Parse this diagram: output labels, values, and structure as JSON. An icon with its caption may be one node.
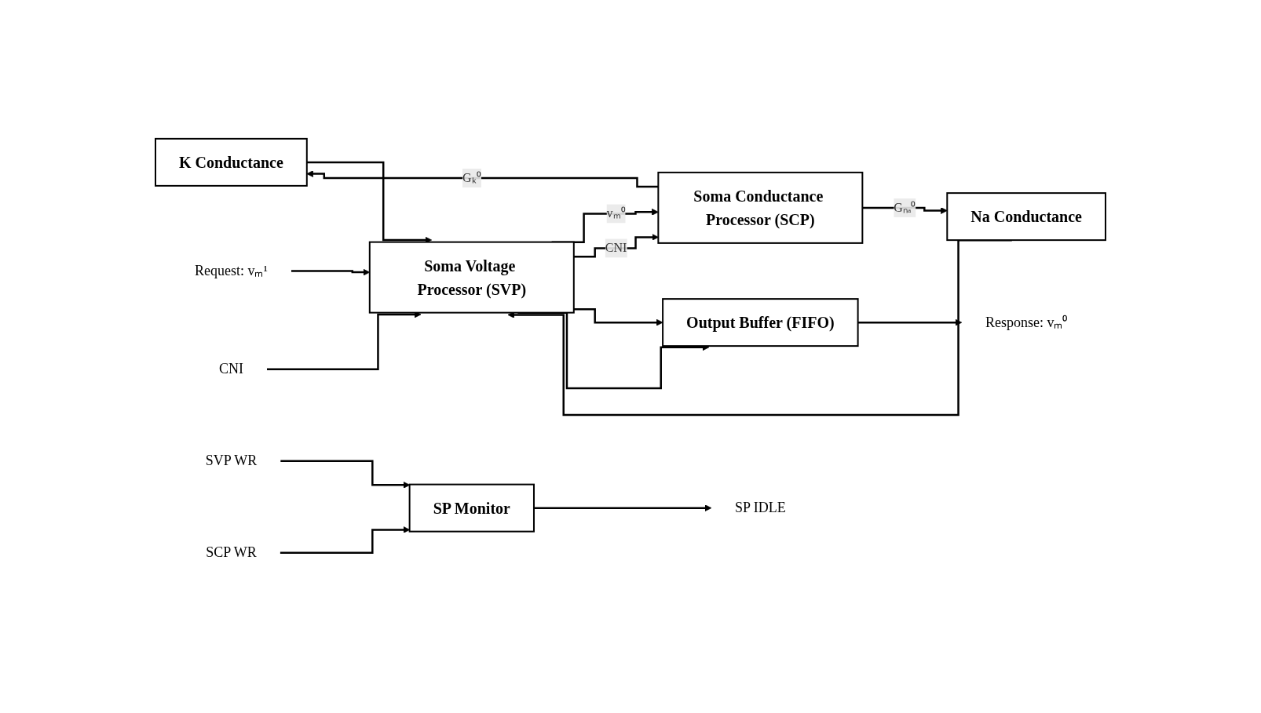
{
  "diagram": {
    "nodes": [
      {
        "text": [
          "K Conductance"
        ]
      },
      {
        "text": [
          "Na Conductance"
        ]
      },
      {
        "text": [
          "Soma Voltage Processor (SVP)"
        ]
      },
      {
        "text": [
          "Soma Conductance Processor (SCP)"
        ]
      },
      {
        "text": [
          "Output Buffer (FIFO)"
        ]
      },
      {
        "text": [
          "SP Monitor"
        ]
      },
      {
        "text": [
          "Request: vₘ¹"
        ]
      },
      {
        "text": [
          "CNI"
        ]
      },
      {
        "text": [
          "Response: vₘ⁰"
        ]
      },
      {
        "text": [
          "SVP WR"
        ]
      },
      {
        "text": [
          "SCP WR"
        ]
      },
      {
        "text": [
          "SP IDLE"
        ]
      }
    ],
    "edges": [
      {
        "from": 0,
        "to": 2,
        "arrow": "to"
      },
      {
        "from": 1,
        "to": 2,
        "arrow": "to"
      },
      {
        "from": 3,
        "to": 0,
        "arrow": "to",
        "label": "Gₖ⁰"
      },
      {
        "from": 3,
        "to": 1,
        "arrow": "to",
        "label": "Gₙₐ⁰"
      },
      {
        "from": 6,
        "to": 2,
        "arrow": "to"
      },
      {
        "from": 7,
        "to": 2,
        "arrow": "to"
      },
      {
        "from": 2,
        "to": 3,
        "arrow": "to",
        "label": "vₘ⁰"
      },
      {
        "from": 2,
        "to": 3,
        "arrow": "to",
        "label": "CNI"
      },
      {
        "from": 2,
        "to": 4,
        "arrow": "to"
      },
      {
        "from": 2,
        "to": 4,
        "arrow": "to"
      },
      {
        "from": 4,
        "to": 8,
        "arrow": "to"
      },
      {
        "from": 9,
        "to": 5,
        "arrow": "to"
      },
      {
        "from": 10,
        "to": 5,
        "arrow": "to"
      },
      {
        "from": 5,
        "to": 11,
        "arrow": "to"
      }
    ]
  }
}
